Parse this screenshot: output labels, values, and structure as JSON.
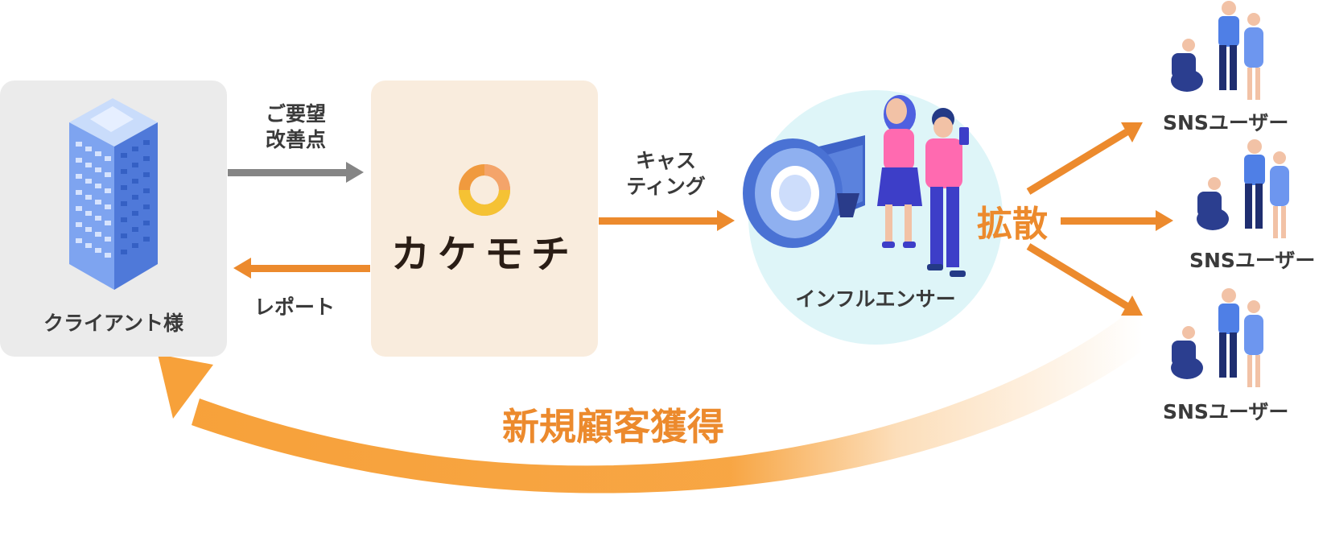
{
  "client": {
    "label": "クライアント様"
  },
  "kakemochi": {
    "logo_text": "カケモチ"
  },
  "edges": {
    "request_line1": "ご要望",
    "request_line2": "改善点",
    "report": "レポート",
    "casting_line1": "キャス",
    "casting_line2": "ティング"
  },
  "influencer": {
    "label": "インフルエンサー"
  },
  "spread": {
    "label": "拡散"
  },
  "sns_users": [
    {
      "label": "SNSユーザー"
    },
    {
      "label": "SNSユーザー"
    },
    {
      "label": "SNSユーザー"
    }
  ],
  "acquisition": {
    "label": "新規顧客獲得"
  },
  "colors": {
    "orange": "#ec8a2d",
    "client_box": "#ebebeb",
    "kakemochi_box": "#f9ecdd",
    "influencer_circle": "#def5f8",
    "gray_arrow": "#858585"
  }
}
